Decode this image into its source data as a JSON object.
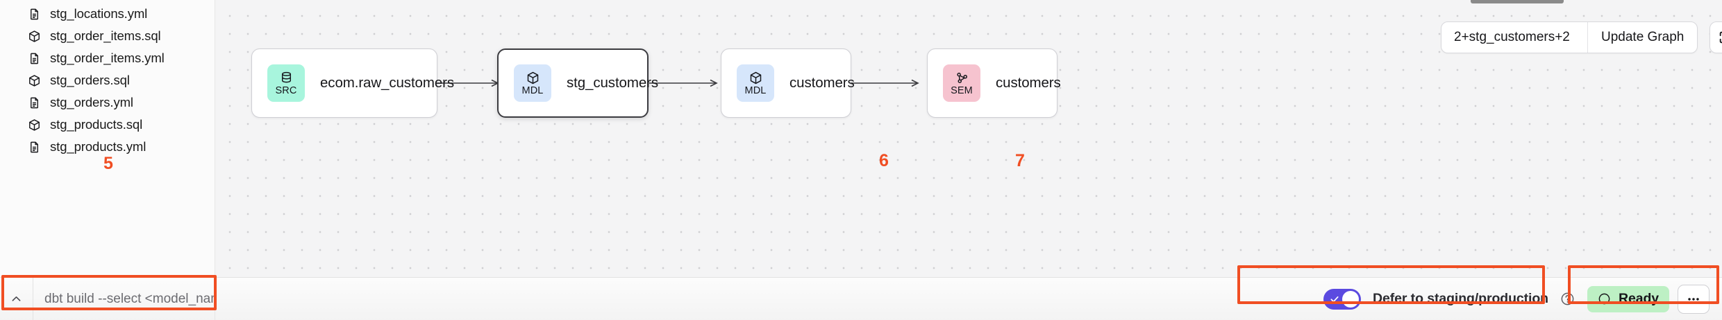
{
  "sidebar": {
    "files": [
      {
        "label": "stg_locations.yml",
        "icon": "file-document-icon"
      },
      {
        "label": "stg_order_items.sql",
        "icon": "cube-model-icon"
      },
      {
        "label": "stg_order_items.yml",
        "icon": "file-document-icon"
      },
      {
        "label": "stg_orders.sql",
        "icon": "cube-model-icon"
      },
      {
        "label": "stg_orders.yml",
        "icon": "file-document-icon"
      },
      {
        "label": "stg_products.sql",
        "icon": "cube-model-icon"
      },
      {
        "label": "stg_products.yml",
        "icon": "file-document-icon"
      }
    ]
  },
  "graph_toolbar": {
    "search_value": "2+stg_customers+2",
    "search_placeholder": "2+stg_customers+2",
    "update_graph_label": "Update Graph",
    "fullscreen_icon": "fullscreen-icon",
    "refresh_icon": "refresh-icon"
  },
  "lineage": {
    "nodes": [
      {
        "badge": "SRC",
        "badge_icon": "database-icon",
        "badge_color": "#a8f5dd",
        "title": "ecom.raw_customers",
        "selected": false
      },
      {
        "badge": "MDL",
        "badge_icon": "cube-model-icon",
        "badge_color": "#d6e6fb",
        "title": "stg_customers",
        "selected": true
      },
      {
        "badge": "MDL",
        "badge_icon": "cube-model-icon",
        "badge_color": "#d6e6fb",
        "title": "customers",
        "selected": false
      },
      {
        "badge": "SEM",
        "badge_icon": "semantic-graph-icon",
        "badge_color": "#f6c3cf",
        "title": "customers",
        "selected": false
      }
    ]
  },
  "command_bar": {
    "collapse_icon": "chevron-up-icon",
    "placeholder": "dbt build --select <model_name>",
    "value": ""
  },
  "status_bar": {
    "defer_label": "Defer to staging/production",
    "defer_on": true,
    "help_icon": "help-circle-icon",
    "status_label": "Ready",
    "status_color": "#bdf0c4",
    "more_icon": "ellipsis-icon"
  },
  "annotations": {
    "marker_5": "5",
    "marker_6": "6",
    "marker_7": "7",
    "color": "#f04e23"
  }
}
